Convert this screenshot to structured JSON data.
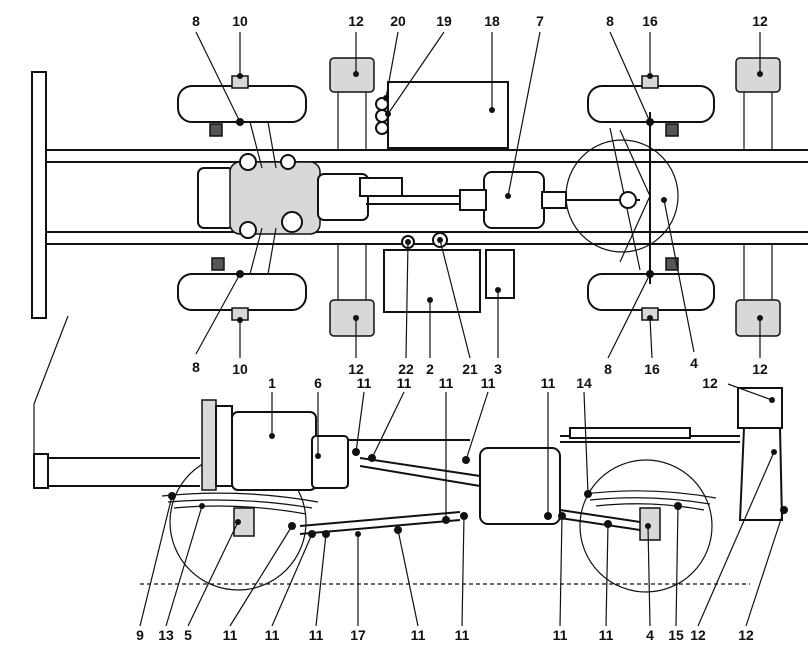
{
  "top_view": {
    "callouts": [
      {
        "id": "t8a",
        "text": "8"
      },
      {
        "id": "t10a",
        "text": "10"
      },
      {
        "id": "t12a",
        "text": "12"
      },
      {
        "id": "t20",
        "text": "20"
      },
      {
        "id": "t19",
        "text": "19"
      },
      {
        "id": "t18",
        "text": "18"
      },
      {
        "id": "t7",
        "text": "7"
      },
      {
        "id": "t8b",
        "text": "8"
      },
      {
        "id": "t16a",
        "text": "16"
      },
      {
        "id": "t12b",
        "text": "12"
      },
      {
        "id": "t8c",
        "text": "8"
      },
      {
        "id": "t10b",
        "text": "10"
      },
      {
        "id": "t12c",
        "text": "12"
      },
      {
        "id": "t22",
        "text": "22"
      },
      {
        "id": "t2",
        "text": "2"
      },
      {
        "id": "t21",
        "text": "21"
      },
      {
        "id": "t3",
        "text": "3"
      },
      {
        "id": "t8d",
        "text": "8"
      },
      {
        "id": "t16b",
        "text": "16"
      },
      {
        "id": "t4a",
        "text": "4"
      },
      {
        "id": "t12d",
        "text": "12"
      }
    ]
  },
  "side_view": {
    "callouts": [
      {
        "id": "s1",
        "text": "1"
      },
      {
        "id": "s6",
        "text": "6"
      },
      {
        "id": "s11a",
        "text": "11"
      },
      {
        "id": "s11b",
        "text": "11"
      },
      {
        "id": "s11c",
        "text": "11"
      },
      {
        "id": "s11d",
        "text": "11"
      },
      {
        "id": "s11e",
        "text": "11"
      },
      {
        "id": "s14",
        "text": "14"
      },
      {
        "id": "s12a",
        "text": "12"
      },
      {
        "id": "s9",
        "text": "9"
      },
      {
        "id": "s13",
        "text": "13"
      },
      {
        "id": "s5",
        "text": "5"
      },
      {
        "id": "s11f",
        "text": "11"
      },
      {
        "id": "s11g",
        "text": "11"
      },
      {
        "id": "s11h",
        "text": "11"
      },
      {
        "id": "s17",
        "text": "17"
      },
      {
        "id": "s11i",
        "text": "11"
      },
      {
        "id": "s11j",
        "text": "11"
      },
      {
        "id": "s11k",
        "text": "11"
      },
      {
        "id": "s11l",
        "text": "11"
      },
      {
        "id": "s4b",
        "text": "4"
      },
      {
        "id": "s15",
        "text": "15"
      },
      {
        "id": "s12b",
        "text": "12"
      },
      {
        "id": "s12c",
        "text": "12"
      }
    ]
  }
}
